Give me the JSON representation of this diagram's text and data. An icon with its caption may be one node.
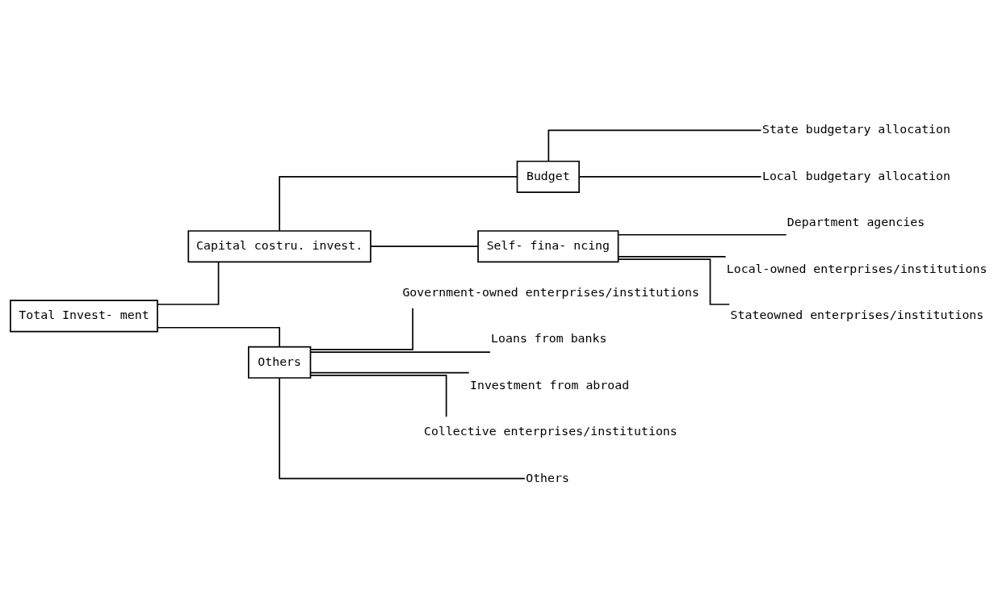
{
  "diagram": {
    "nodes": [
      {
        "text": [
          "Total Invest- ment"
        ]
      },
      {
        "text": [
          "Capital costru. invest."
        ]
      },
      {
        "text": [
          "Budget"
        ]
      },
      {
        "text": [
          "State budgetary allocation"
        ]
      },
      {
        "text": [
          "Local budgetary allocation"
        ]
      },
      {
        "text": [
          "Self- fina- ncing"
        ]
      },
      {
        "text": [
          "Department agencies"
        ]
      },
      {
        "text": [
          "Local-owned enterprises/institutions"
        ]
      },
      {
        "text": [
          "Stateowned enterprises/institutions"
        ]
      },
      {
        "text": [
          "Others"
        ]
      },
      {
        "text": [
          "Government-owned enterprises/institutions"
        ]
      },
      {
        "text": [
          "Loans from banks"
        ]
      },
      {
        "text": [
          "Investment from abroad"
        ]
      },
      {
        "text": [
          "Collective enterprises/institutions"
        ]
      },
      {
        "text": [
          "Others"
        ]
      }
    ],
    "edges": [
      {
        "from": 0,
        "to": 1,
        "arrow": "none"
      },
      {
        "from": 0,
        "to": 9,
        "arrow": "none"
      },
      {
        "from": 1,
        "to": 2,
        "arrow": "none"
      },
      {
        "from": 1,
        "to": 5,
        "arrow": "none"
      },
      {
        "from": 2,
        "to": 3,
        "arrow": "none"
      },
      {
        "from": 2,
        "to": 4,
        "arrow": "none"
      },
      {
        "from": 5,
        "to": 6,
        "arrow": "none"
      },
      {
        "from": 5,
        "to": 7,
        "arrow": "none"
      },
      {
        "from": 5,
        "to": 8,
        "arrow": "none"
      },
      {
        "from": 9,
        "to": 10,
        "arrow": "none"
      },
      {
        "from": 9,
        "to": 11,
        "arrow": "none"
      },
      {
        "from": 9,
        "to": 12,
        "arrow": "none"
      },
      {
        "from": 9,
        "to": 13,
        "arrow": "none"
      },
      {
        "from": 9,
        "to": 14,
        "arrow": "none"
      }
    ]
  }
}
